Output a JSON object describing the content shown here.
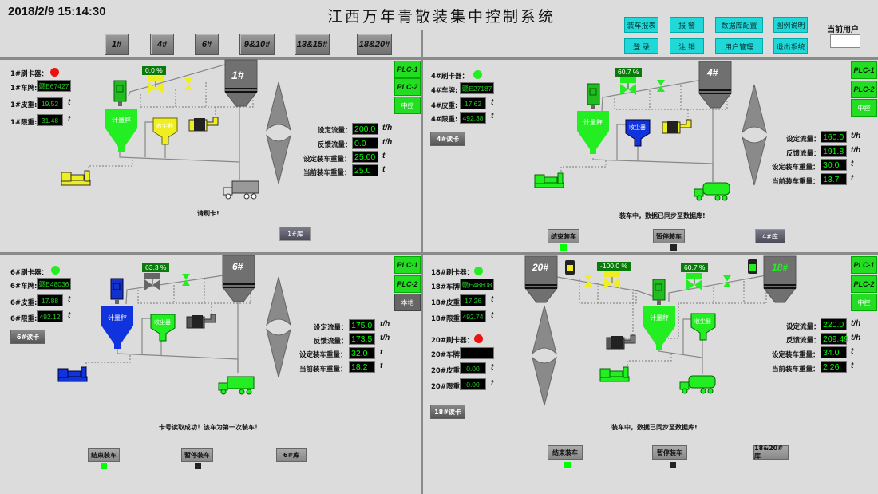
{
  "header": {
    "datetime": "2018/2/9 15:14:30",
    "title": "江西万年青散装集中控制系统",
    "nav": [
      "1#",
      "4#",
      "6#",
      "9&10#",
      "13&15#",
      "18&20#"
    ],
    "menu": [
      "装车报表",
      "报 警",
      "数据库配置",
      "图例说明",
      "登 录",
      "注 销",
      "用户管理",
      "退出系统"
    ],
    "current_user_label": "当前用户",
    "current_user_value": ""
  },
  "labels": {
    "set_flow": "设定流量：",
    "feedback_flow": "反馈流量：",
    "set_weight": "设定装车重量：",
    "current_weight": "当前装车重量：",
    "unit_flow": "t/h",
    "unit_t": "t",
    "end_load": "结束装车",
    "pause_load": "暂停装车",
    "plc1": "PLC-1",
    "plc2": "PLC-2",
    "scale": "计量秤",
    "dust": "收尘器"
  },
  "colors": {
    "green": "#22ee22",
    "red": "#ee1111",
    "yellow": "#eeee22",
    "blue": "#1133dd",
    "gray": "#707070"
  },
  "panels": {
    "p1": {
      "silo": "1#",
      "reader": "1#刷卡器：",
      "reader_status": "red",
      "plate_label": "1#车牌:",
      "plate": "赣E67427",
      "tare_label": "1#皮重:",
      "tare": "19.52",
      "limit_label": "1#限重:",
      "limit": "31.48",
      "valve_pct": "0.0  %",
      "set_flow": "200.0",
      "feedback_flow": "0.0",
      "set_weight": "25.00",
      "current_weight": "25.0",
      "mode": "中控",
      "message": "请刷卡!",
      "store_btn": "1#库"
    },
    "p4": {
      "silo": "4#",
      "reader": "4#刷卡器：",
      "reader_status": "green",
      "plate_label": "4#车牌:",
      "plate": "赣E27187",
      "tare_label": "4#皮重:",
      "tare": "17.62",
      "limit_label": "4#限重:",
      "limit": "492.38",
      "read_btn": "4#读卡",
      "valve_pct": "60.7  %",
      "set_flow": "160.0",
      "feedback_flow": "191.8",
      "set_weight": "30.0",
      "current_weight": "13.7",
      "mode": "中控",
      "message": "装车中，数据已同步至数据库!",
      "store_btn": "4#库"
    },
    "p6": {
      "silo": "6#",
      "reader": "6#刷卡器：",
      "reader_status": "green",
      "plate_label": "6#车牌:",
      "plate": "赣E48036",
      "tare_label": "6#皮重:",
      "tare": "17.88",
      "limit_label": "6#限重:",
      "limit": "492.12",
      "read_btn": "6#读卡",
      "valve_pct": "63.3 %",
      "set_flow": "175.0",
      "feedback_flow": "173.5",
      "set_weight": "32.0",
      "current_weight": "18.2",
      "mode": "本地",
      "message": "卡号读取成功！该车为第一次装车！",
      "store_btn": "6#库"
    },
    "p18": {
      "silo_a": "20#",
      "silo_b": "18#",
      "reader": "18#刷卡器：",
      "reader_status": "green",
      "plate_label": "18#车牌:",
      "plate": "赣E48608",
      "tare_label": "18#皮重:",
      "tare": "17.26",
      "limit_label": "18#限重:",
      "limit": "492.74",
      "reader20": "20#刷卡器：",
      "reader20_status": "red",
      "plate20_label": "20#车牌:",
      "plate20": "",
      "tare20_label": "20#皮重:",
      "tare20": "0.00",
      "limit20_label": "20#限重:",
      "limit20": "0.00",
      "read_btn": "18#读卡",
      "valve_pct_a": "-100.0 %",
      "valve_pct_b": "60.7  %",
      "set_flow": "220.0",
      "feedback_flow": "209.49",
      "set_weight": "34.0",
      "current_weight": "2.26",
      "mode": "中控",
      "message": "装车中，数据已同步至数据库!",
      "store_btn": "18&20#库"
    }
  }
}
